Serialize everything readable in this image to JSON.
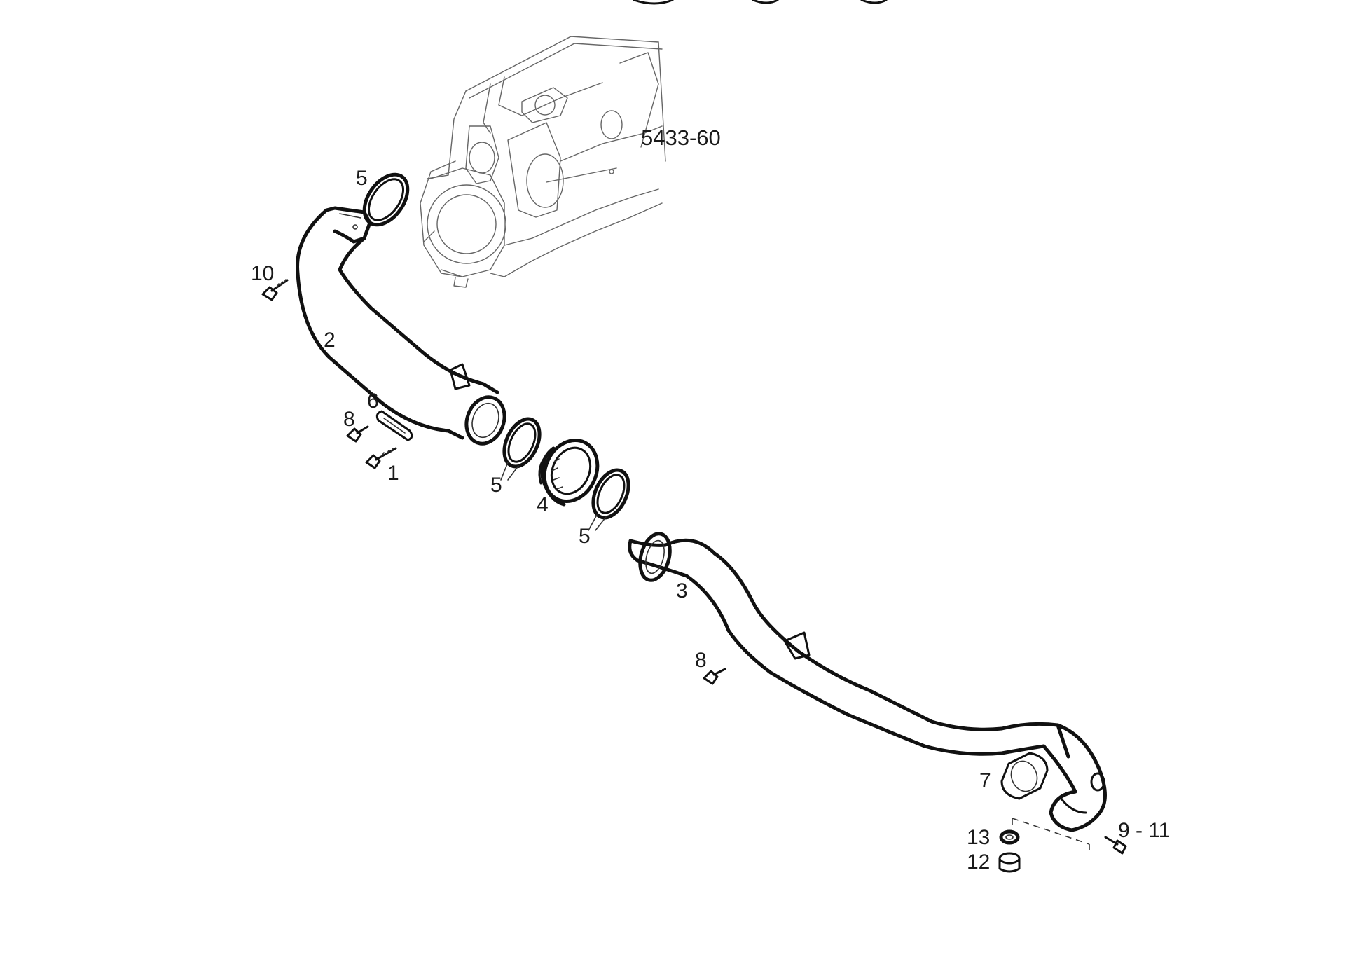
{
  "reference_code": "5433-60",
  "callouts": {
    "c1": "1",
    "c2": "2",
    "c3": "3",
    "c4": "4",
    "c5_top": "5",
    "c5_left": "5",
    "c5_right": "5",
    "c6": "6",
    "c7": "7",
    "c8_upper": "8",
    "c8_lower": "8",
    "c9_11": "9 - 11",
    "c10": "10",
    "c12": "12",
    "c13": "13"
  }
}
